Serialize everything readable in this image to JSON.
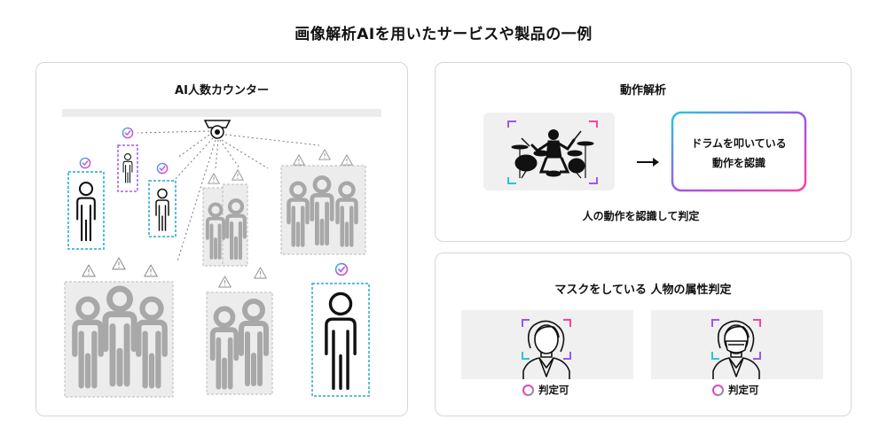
{
  "title": "画像解析AIを用いたサービスや製品の一例",
  "panels": {
    "counter": {
      "title": "AI人数カウンター"
    },
    "motion": {
      "title": "動作解析",
      "result_line1": "ドラムを叩いている",
      "result_line2": "動作を認識",
      "caption": "人の動作を認識して判定"
    },
    "attribute": {
      "title": "マスクをしている 人物の属性判定",
      "left_label": "判定可",
      "right_label": "判定可"
    }
  },
  "colors": {
    "gradient": [
      "#9b57f0",
      "#ff40a4",
      "#27c7dd"
    ],
    "check": "#2ac3da",
    "check_alt": "#a55cf0",
    "warning_gray": "#a8a8a8"
  },
  "icons": [
    "camera-icon",
    "check-icon",
    "warning-icon",
    "person-icon",
    "arrow-right-icon",
    "drummer-icon",
    "woman-icon",
    "masked-woman-icon",
    "ring-icon"
  ]
}
